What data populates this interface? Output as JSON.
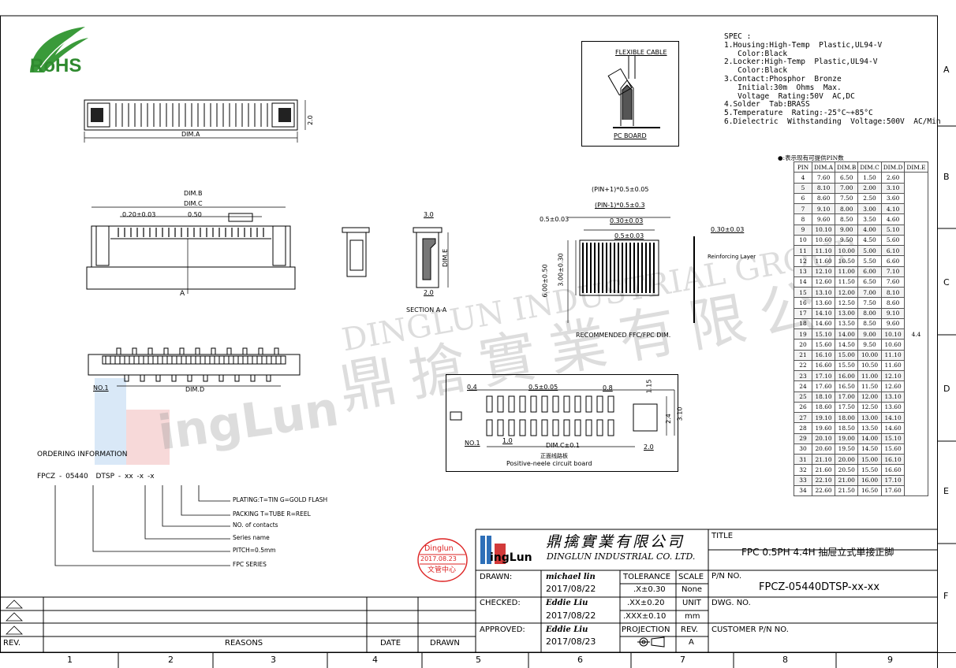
{
  "zones": {
    "columns": [
      "1",
      "2",
      "3",
      "4",
      "5",
      "6",
      "7",
      "8",
      "9"
    ],
    "rows": [
      "A",
      "B",
      "C",
      "D",
      "E",
      "F"
    ]
  },
  "logo": {
    "rohs": "RoHS"
  },
  "views": {
    "top": {
      "dim_a": "DIM.A",
      "height": "2.0"
    },
    "front": {
      "dim_b": "DIM.B",
      "dim_c": "DIM.C",
      "pitch": "0.20±0.03",
      "spacing": "0.50",
      "dim_e": "DIM.E",
      "section_mark": "A",
      "section_size": "3.0",
      "section_base": "2.0",
      "section_label": "SECTION  A-A"
    },
    "bottom": {
      "no1": "NO.1",
      "dim_d": "DIM.D"
    },
    "cable": {
      "flexible": "FLEXIBLE CABLE",
      "pcb": "PC BOARD"
    },
    "fpc": {
      "pin_plus": "(PIN+1)*0.5±0.05",
      "pin_minus": "(PIN-1)*0.5±0.3",
      "tab_left": "0.5±0.03",
      "gap": "0.30±0.03",
      "pitch": "0.5±0.03",
      "right": "0.30±0.03",
      "reinforcing": "Reinforcing Layer",
      "height_total": "6.00±0.50",
      "height_inner": "3.00±0.30",
      "caption": "RECOMMENDED FFC/FPC DIM."
    },
    "pcb_layout": {
      "left": "0.4",
      "pitch": "0.5±0.05",
      "pad": "0.8",
      "top": "1.15",
      "inner": "2.4",
      "outer": "3.10",
      "no1": "NO.1",
      "x1": "1.0",
      "dim_c": "DIM.C±0.1",
      "right_w": "2.0",
      "caption_cn": "正面线路板",
      "caption_en": "Positive-neele circuit board"
    }
  },
  "spec": {
    "title": "SPEC :",
    "lines": [
      "1.Housing:High-Temp  Plastic,UL94-V",
      "   Color:Black",
      "2.Locker:High-Temp  Plastic,UL94-V",
      "   Color:Black",
      "3.Contact:Phosphor  Bronze",
      "   Initial:30m  Ohms  Max.",
      "   Voltage  Rating:50V  AC,DC",
      "4.Solder  Tab:BRASS",
      "5.Temperature  Rating:-25°C~+85°C",
      "6.Dielectric  Withstanding  Voltage:500V  AC/Min"
    ]
  },
  "pin_table": {
    "note": "●:表示现有可提供PIN数",
    "headers": [
      "PIN",
      "DIM.A",
      "DIM.B",
      "DIM.C",
      "DIM.D",
      "DIM.E"
    ],
    "dim_e": "4.4",
    "rows": [
      [
        "4",
        "7.60",
        "6.50",
        "1.50",
        "2.60"
      ],
      [
        "5",
        "8.10",
        "7.00",
        "2.00",
        "3.10"
      ],
      [
        "6",
        "8.60",
        "7.50",
        "2.50",
        "3.60"
      ],
      [
        "7",
        "9.10",
        "8.00",
        "3.00",
        "4.10"
      ],
      [
        "8",
        "9.60",
        "8.50",
        "3.50",
        "4.60"
      ],
      [
        "9",
        "10.10",
        "9.00",
        "4.00",
        "5.10"
      ],
      [
        "10",
        "10.60",
        "9.50",
        "4.50",
        "5.60"
      ],
      [
        "11",
        "11.10",
        "10.00",
        "5.00",
        "6.10"
      ],
      [
        "12",
        "11.60",
        "10.50",
        "5.50",
        "6.60"
      ],
      [
        "13",
        "12.10",
        "11.00",
        "6.00",
        "7.10"
      ],
      [
        "14",
        "12.60",
        "11.50",
        "6.50",
        "7.60"
      ],
      [
        "15",
        "13.10",
        "12.00",
        "7.00",
        "8.10"
      ],
      [
        "16",
        "13.60",
        "12.50",
        "7.50",
        "8.60"
      ],
      [
        "17",
        "14.10",
        "13.00",
        "8.00",
        "9.10"
      ],
      [
        "18",
        "14.60",
        "13.50",
        "8.50",
        "9.60"
      ],
      [
        "19",
        "15.10",
        "14.00",
        "9.00",
        "10.10"
      ],
      [
        "20",
        "15.60",
        "14.50",
        "9.50",
        "10.60"
      ],
      [
        "21",
        "16.10",
        "15.00",
        "10.00",
        "11.10"
      ],
      [
        "22",
        "16.60",
        "15.50",
        "10.50",
        "11.60"
      ],
      [
        "23",
        "17.10",
        "16.00",
        "11.00",
        "12.10"
      ],
      [
        "24",
        "17.60",
        "16.50",
        "11.50",
        "12.60"
      ],
      [
        "25",
        "18.10",
        "17.00",
        "12.00",
        "13.10"
      ],
      [
        "26",
        "18.60",
        "17.50",
        "12.50",
        "13.60"
      ],
      [
        "27",
        "19.10",
        "18.00",
        "13.00",
        "14.10"
      ],
      [
        "28",
        "19.60",
        "18.50",
        "13.50",
        "14.60"
      ],
      [
        "29",
        "20.10",
        "19.00",
        "14.00",
        "15.10"
      ],
      [
        "30",
        "20.60",
        "19.50",
        "14.50",
        "15.60"
      ],
      [
        "31",
        "21.10",
        "20.00",
        "15.00",
        "16.10"
      ],
      [
        "32",
        "21.60",
        "20.50",
        "15.50",
        "16.60"
      ],
      [
        "33",
        "22.10",
        "21.00",
        "16.00",
        "17.10"
      ],
      [
        "34",
        "22.60",
        "21.50",
        "16.50",
        "17.60"
      ]
    ]
  },
  "ordering": {
    "title": "ORDERING INFORMATION",
    "code_parts": [
      "FPCZ",
      "-",
      "05440",
      "DTSP",
      "-",
      "xx",
      "-x",
      "-x"
    ],
    "legend": [
      "PLATING:T=TIN G=GOLD FLASH",
      "PACKING T=TUBE R=REEL",
      "NO. of contacts",
      "Series name",
      "PITCH=0.5mm",
      "FPC SERIES"
    ]
  },
  "stamp": {
    "line1": "Dinglun",
    "line2": "2017.08.23",
    "line3": "文管中心"
  },
  "watermark": {
    "chars": [
      "鼎",
      "搶",
      "實",
      "業",
      "有",
      "限",
      "公"
    ],
    "latin": "DINGLUN  INDUSTRIAL  GROUP",
    "logo": "ingLun"
  },
  "title_block": {
    "company_cn": "鼎擒實業有限公司",
    "company_en": "DINGLUN INDUSTRIAL CO. LTD.",
    "logo_text": "ingLun",
    "title_label": "TITLE",
    "title_value": "FPC 0.5PH 4.4H 抽屉立式単接正脚",
    "drawn_label": "DRAWN:",
    "drawn_name": "michael lin",
    "drawn_date": "2017/08/22",
    "checked_label": "CHECKED:",
    "checked_name": "Eddie Liu",
    "checked_date": "2017/08/22",
    "approved_label": "APPROVED:",
    "approved_name": "Eddie Liu",
    "approved_date": "2017/08/23",
    "tolerance_label": "TOLERANCE",
    "tol1": ".X±0.30",
    "tol2": ".XX±0.20",
    "tol3": ".XXX±0.10",
    "scale_label": "SCALE",
    "scale_value": "None",
    "unit_label": "UNIT",
    "unit_value": "mm",
    "projection_label": "PROJECTION",
    "rev_label": "REV.",
    "rev_value": "A",
    "pn_label": "P/N NO.",
    "pn_value": "FPCZ-05440DTSP-xx-xx",
    "dwg_label": "DWG. NO.",
    "cust_label": "CUSTOMER P/N NO."
  },
  "revision_block": {
    "rev": "REV.",
    "reasons": "REASONS",
    "date": "DATE",
    "drawn": "DRAWN"
  }
}
